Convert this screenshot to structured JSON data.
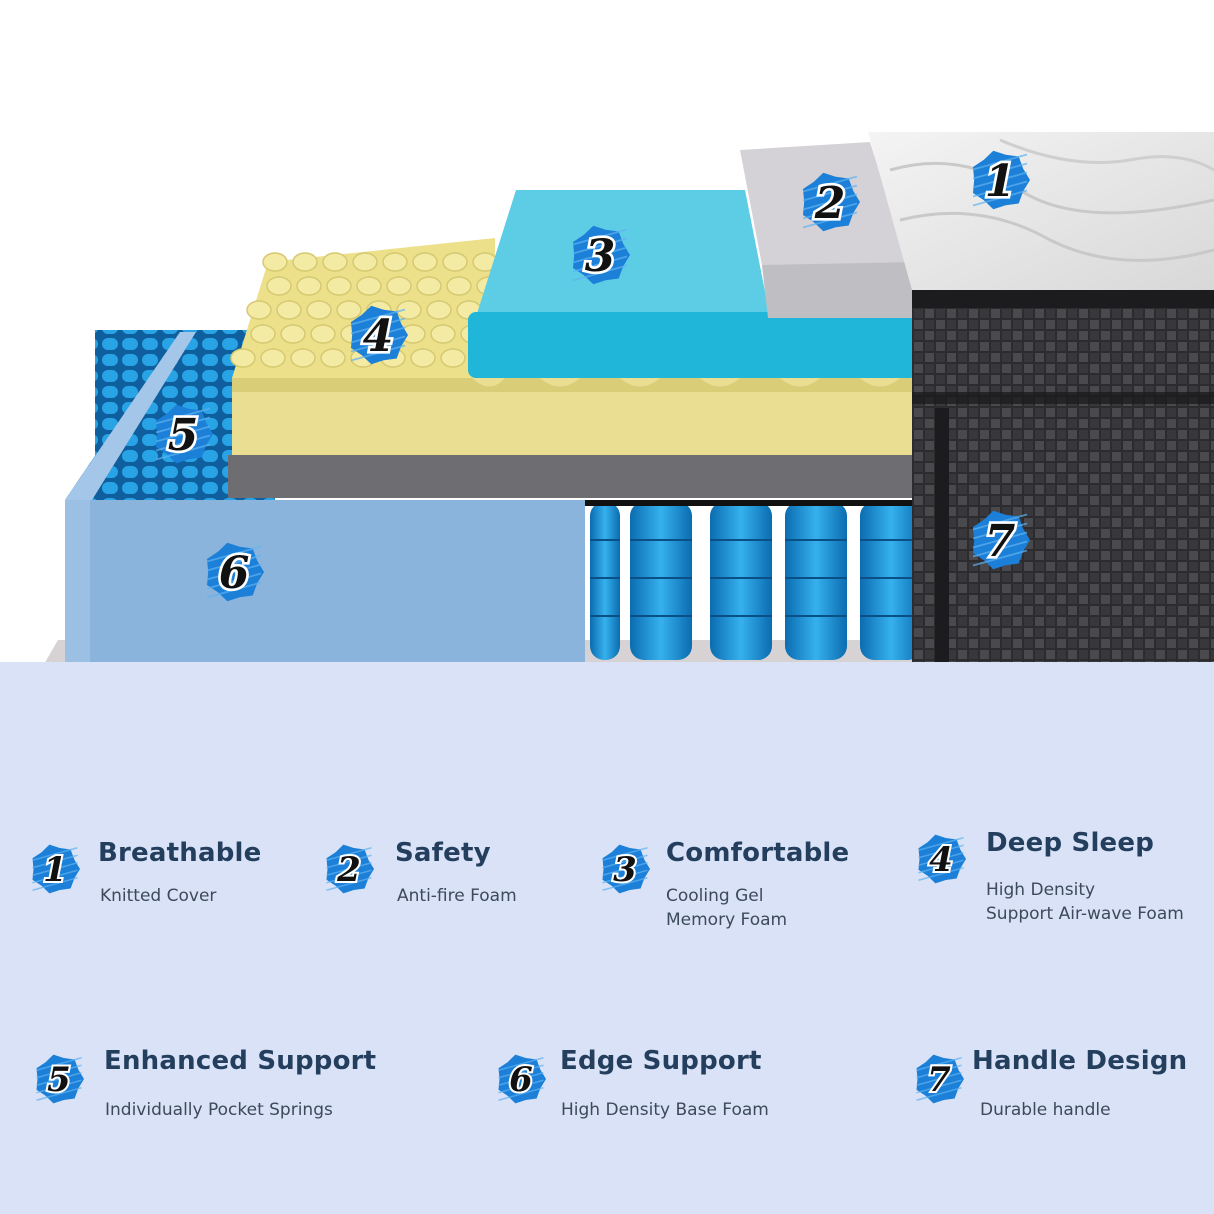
{
  "badges": [
    {
      "num": "1"
    },
    {
      "num": "2"
    },
    {
      "num": "3"
    },
    {
      "num": "4"
    },
    {
      "num": "5"
    },
    {
      "num": "6"
    },
    {
      "num": "7"
    }
  ],
  "features": [
    {
      "num": "1",
      "title": "Breathable",
      "lines": [
        "Knitted Cover"
      ]
    },
    {
      "num": "2",
      "title": "Safety",
      "lines": [
        "Anti-fire Foam"
      ]
    },
    {
      "num": "3",
      "title": "Comfortable",
      "lines": [
        "Cooling Gel",
        "Memory Foam"
      ]
    },
    {
      "num": "4",
      "title": "Deep Sleep",
      "lines": [
        "High Density",
        "Support Air-wave Foam"
      ]
    },
    {
      "num": "5",
      "title": "Enhanced Support",
      "lines": [
        "Individually Pocket Springs"
      ]
    },
    {
      "num": "6",
      "title": "Edge Support",
      "lines": [
        "High Density Base Foam"
      ]
    },
    {
      "num": "7",
      "title": "Handle Design",
      "lines": [
        "Durable handle"
      ]
    }
  ],
  "colors": {
    "badge_blue": "#1c7fd8",
    "title_text": "#243e5e",
    "panel_bg": "#d9e2f6",
    "gel_foam": "#3bbfdc",
    "wave_foam": "#e6dd8f",
    "edge_foam": "#8ab4dc",
    "springs": "#1a9ad8",
    "side_panel": "#2b2b2d"
  }
}
